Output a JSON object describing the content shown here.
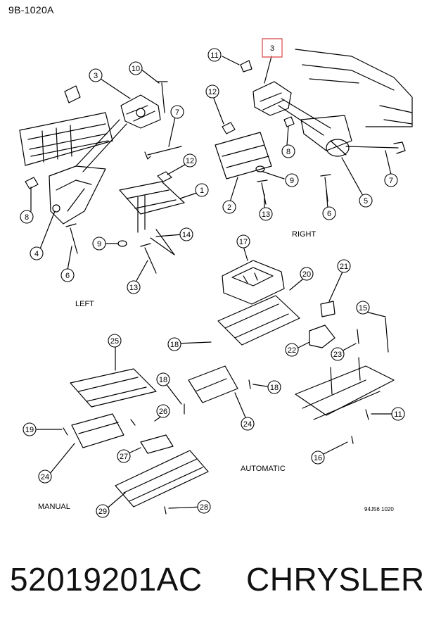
{
  "header": {
    "diagram_code": "9B-1020A"
  },
  "section_labels": {
    "left": "LEFT",
    "right": "RIGHT",
    "automatic": "AUTOMATIC",
    "manual": "MANUAL"
  },
  "figure_code": "94J56  1020",
  "footer": {
    "part_number": "52019201AC",
    "manufacturer": "CHRYSLER"
  },
  "highlight_color": "#e06060",
  "callouts": {
    "left": [
      "3",
      "10",
      "7",
      "12",
      "1",
      "14",
      "9",
      "13",
      "8",
      "4",
      "6"
    ],
    "right": [
      "11",
      "3",
      "12",
      "8",
      "9",
      "7",
      "5",
      "6",
      "2",
      "13"
    ],
    "lower": [
      "17",
      "20",
      "21",
      "15",
      "22",
      "23",
      "18",
      "25",
      "26",
      "19",
      "24",
      "27",
      "29",
      "28",
      "11",
      "16"
    ]
  }
}
